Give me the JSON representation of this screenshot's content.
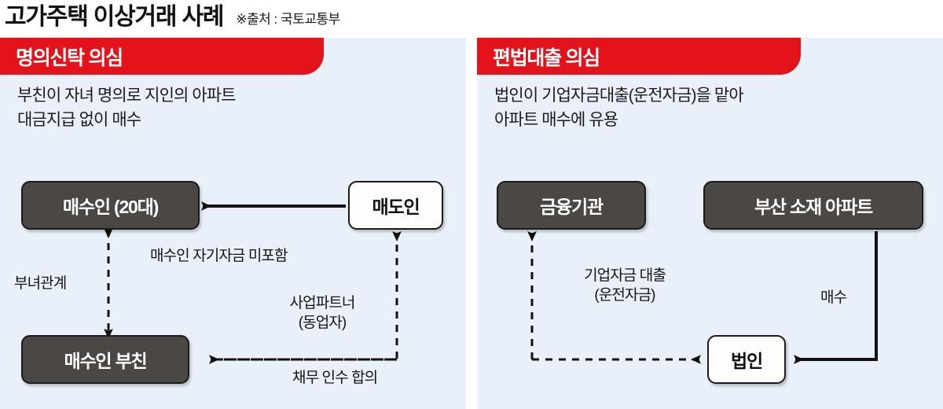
{
  "header": {
    "title": "고가주택 이상거래 사례",
    "source": "※출처 : 국토교통부"
  },
  "panels": [
    {
      "id": "myeongui-sintak",
      "badge": "명의신탁 의심",
      "description": "부친이 자녀 명의로 지인의 아파트\n대금지급 없이 매수",
      "nodes": [
        {
          "id": "buyer-20s",
          "label": "매수인 (20대)",
          "style": "dark"
        },
        {
          "id": "seller",
          "label": "매도인",
          "style": "light"
        },
        {
          "id": "buyer-father",
          "label": "매수인 부친",
          "style": "dark"
        }
      ],
      "edges": [
        {
          "id": "seller-to-buyer",
          "label": "",
          "line": "solid"
        },
        {
          "id": "father-daughter",
          "label": "부녀관계",
          "line": "dashed"
        },
        {
          "id": "buyer-no-own-funds",
          "label": "매수인 자기자금 미포함",
          "line": "dashed"
        },
        {
          "id": "business-partner",
          "label": "사업파트너\n(동업자)",
          "line": "dashed"
        },
        {
          "id": "debt-assumption",
          "label": "채무 인수 합의",
          "line": "dashed"
        }
      ]
    },
    {
      "id": "pyeonbeop-daechul",
      "badge": "편법대출 의심",
      "description": "법인이 기업자금대출(운전자금)을 맡아\n아파트 매수에 유용",
      "nodes": [
        {
          "id": "financial-institution",
          "label": "금융기관",
          "style": "dark"
        },
        {
          "id": "busan-apartment",
          "label": "부산 소재 아파트",
          "style": "dark"
        },
        {
          "id": "corporation",
          "label": "법인",
          "style": "light"
        }
      ],
      "edges": [
        {
          "id": "corporate-loan",
          "label": "기업자금 대출\n(운전자금)",
          "line": "dashed"
        },
        {
          "id": "purchase",
          "label": "매수",
          "line": "solid"
        }
      ]
    }
  ],
  "colors": {
    "accent_red": "#e2131a",
    "panel_background": "#e9f0f9",
    "node_dark": "#4a4745",
    "node_light": "#fdfdfb",
    "text_dark": "#111111"
  }
}
